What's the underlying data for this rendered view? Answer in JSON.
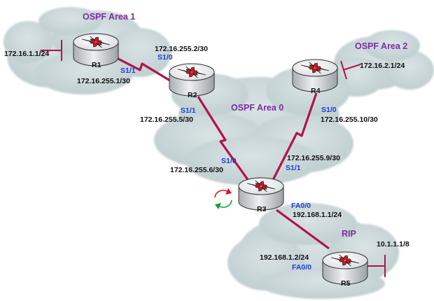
{
  "areas": {
    "area1": "OSPF Area 1",
    "area2": "OSPF Area 2",
    "area0": "OSPF Area 0",
    "rip": "RIP"
  },
  "routers": {
    "r1": "R1",
    "r2": "R2",
    "r3": "R3",
    "r4": "R4",
    "r5": "R5"
  },
  "addresses": {
    "r1_lan": "172.16.1.1/24",
    "r1_s11": "172.16.255.1/30",
    "r2_s10": "172.16.255.2/30",
    "r2_s11": "172.16.255.5/30",
    "r3_s10": "172.16.255.6/30",
    "r3_s11": "172.16.255.9/30",
    "r4_s10": "172.16.255.10/30",
    "r4_lan": "172.16.2.1/24",
    "r3_fa00": "192.168.1.1/24",
    "r5_fa00": "192.168.1.2/24",
    "r5_lan": "10.1.1.1/8"
  },
  "interfaces": {
    "r1_s11": "S1/1",
    "r2_s10": "S1/0",
    "r2_s11": "S1/1",
    "r3_s10": "S1/0",
    "r3_s11": "S1/1",
    "r4_s10": "S1/0",
    "r3_fa00": "FA0/0",
    "r5_fa00": "FA0/0"
  },
  "colors": {
    "cloud": "#c9d6d8",
    "link": "#b0144a",
    "area_label": "#7a2f9e",
    "interface_label": "#1a3fd6",
    "router_body": "#cfd3d6",
    "router_arrow": "#e01020"
  }
}
